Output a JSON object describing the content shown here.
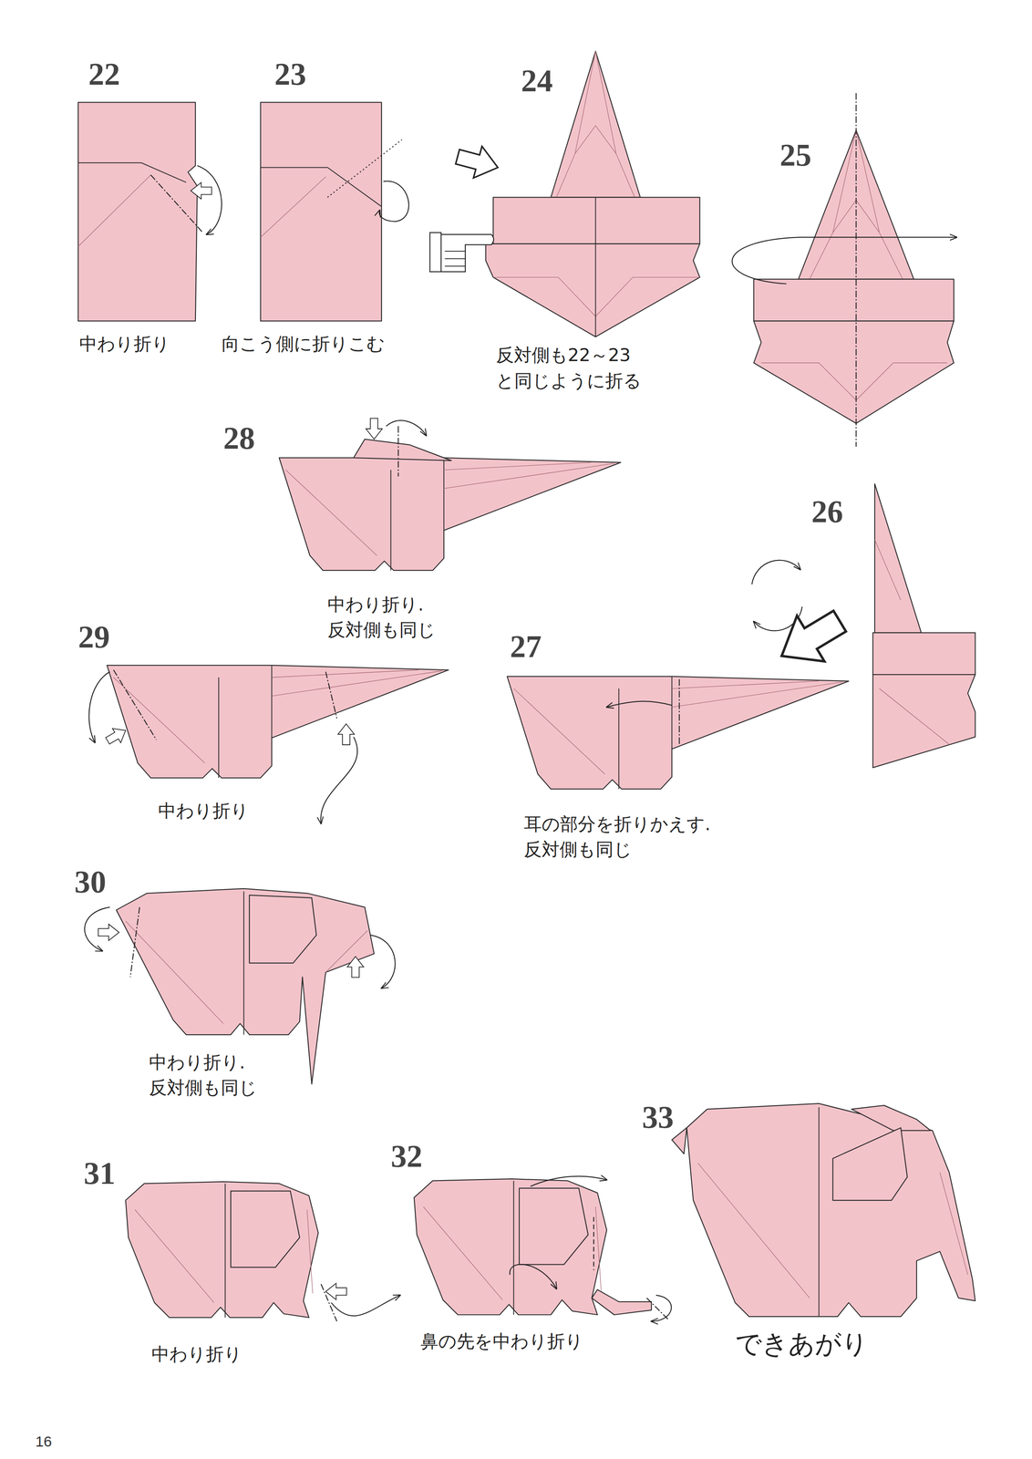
{
  "diagram": {
    "labels": [
      "22",
      "23",
      "24",
      "25",
      "中わり折り",
      "向こう側に折りこむ",
      "反対側も22～23 と同じように折る",
      "28",
      "中わり折り. 反対側も同じ",
      "26",
      "29",
      "27",
      "中わり折り",
      "耳の部分を折りかえす. 反対側も同じ",
      "30",
      "中わり折り. 反対側も同じ",
      "31",
      "32",
      "33",
      "中わり折り",
      "鼻の先を中わり折り",
      "できあがり",
      "16"
    ]
  }
}
